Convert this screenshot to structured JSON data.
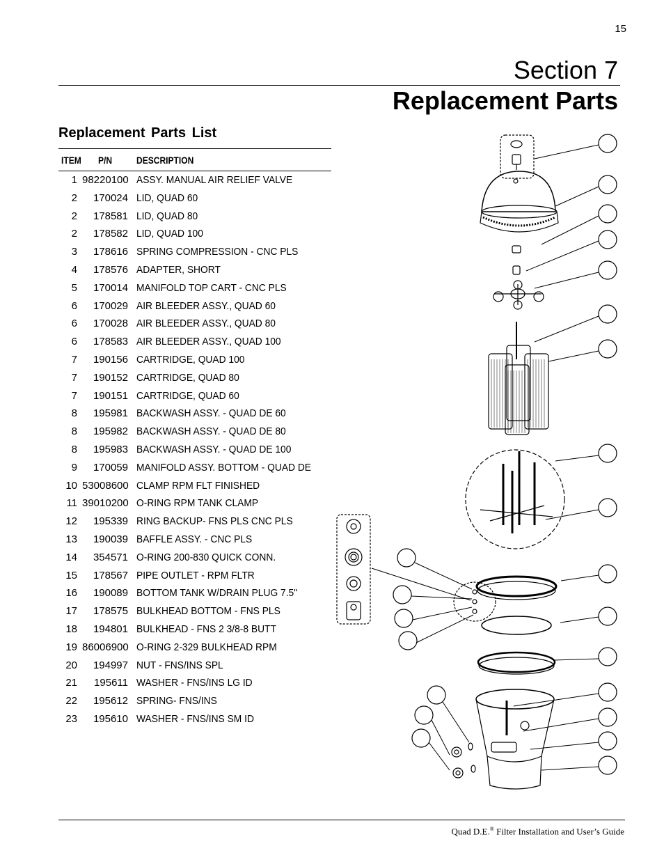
{
  "page_number": "15",
  "section_label": "Section 7",
  "title": "Replacement Parts",
  "list_heading": "Replacement Parts List",
  "table": {
    "columns": {
      "item": "ITEM",
      "pn": "P/N",
      "description": "DESCRIPTION"
    },
    "rows": [
      {
        "item": "1",
        "pn": "98220100",
        "description": "ASSY. MANUAL AIR RELIEF VALVE"
      },
      {
        "item": "2",
        "pn": "170024",
        "description": "LID, QUAD 60"
      },
      {
        "item": "2",
        "pn": "178581",
        "description": "LID, QUAD 80"
      },
      {
        "item": "2",
        "pn": "178582",
        "description": "LID, QUAD 100"
      },
      {
        "item": "3",
        "pn": "178616",
        "description": "SPRING COMPRESSION - CNC PLS"
      },
      {
        "item": "4",
        "pn": "178576",
        "description": "ADAPTER, SHORT"
      },
      {
        "item": "5",
        "pn": "170014",
        "description": "MANIFOLD TOP CART - CNC PLS"
      },
      {
        "item": "6",
        "pn": "170029",
        "description": "AIR BLEEDER ASSY., QUAD 60"
      },
      {
        "item": "6",
        "pn": "170028",
        "description": "AIR BLEEDER ASSY., QUAD 80"
      },
      {
        "item": "6",
        "pn": "178583",
        "description": "AIR BLEEDER ASSY., QUAD 100"
      },
      {
        "item": "7",
        "pn": "190156",
        "description": "CARTRIDGE, QUAD 100"
      },
      {
        "item": "7",
        "pn": "190152",
        "description": "CARTRIDGE, QUAD 80"
      },
      {
        "item": "7",
        "pn": "190151",
        "description": "CARTRIDGE, QUAD 60"
      },
      {
        "item": "8",
        "pn": "195981",
        "description": "BACKWASH ASSY. - QUAD DE 60"
      },
      {
        "item": "8",
        "pn": "195982",
        "description": "BACKWASH ASSY. - QUAD DE 80"
      },
      {
        "item": "8",
        "pn": "195983",
        "description": "BACKWASH ASSY. - QUAD DE 100"
      },
      {
        "item": "9",
        "pn": "170059",
        "description": "MANIFOLD ASSY. BOTTOM - QUAD DE"
      },
      {
        "item": "10",
        "pn": "53008600",
        "description": "CLAMP RPM FLT FINISHED"
      },
      {
        "item": "11",
        "pn": "39010200",
        "description": "O-RING RPM TANK CLAMP"
      },
      {
        "item": "12",
        "pn": "195339",
        "description": "RING BACKUP- FNS PLS CNC PLS"
      },
      {
        "item": "13",
        "pn": "190039",
        "description": "BAFFLE ASSY. - CNC PLS"
      },
      {
        "item": "14",
        "pn": "354571",
        "description": "O-RING 200-830 QUICK CONN."
      },
      {
        "item": "15",
        "pn": "178567",
        "description": "PIPE OUTLET - RPM FLTR"
      },
      {
        "item": "16",
        "pn": "190089",
        "description": "BOTTOM TANK W/DRAIN PLUG 7.5\""
      },
      {
        "item": "17",
        "pn": "178575",
        "description": "BULKHEAD BOTTOM - FNS PLS"
      },
      {
        "item": "18",
        "pn": "194801",
        "description": "BULKHEAD - FNS 2 3/8-8 BUTT"
      },
      {
        "item": "19",
        "pn": "86006900",
        "description": "O-RING 2-329 BULKHEAD RPM"
      },
      {
        "item": "20",
        "pn": "194997",
        "description": "NUT - FNS/INS SPL"
      },
      {
        "item": "21",
        "pn": "195611",
        "description": "WASHER - FNS/INS LG ID"
      },
      {
        "item": "22",
        "pn": "195612",
        "description": "SPRING- FNS/INS"
      },
      {
        "item": "23",
        "pn": "195610",
        "description": "WASHER - FNS/INS SM ID"
      }
    ]
  },
  "footer": {
    "product": "Quad D.E.",
    "registered_mark": "®",
    "guide_title": "Filter Installation and User’s Guide"
  }
}
